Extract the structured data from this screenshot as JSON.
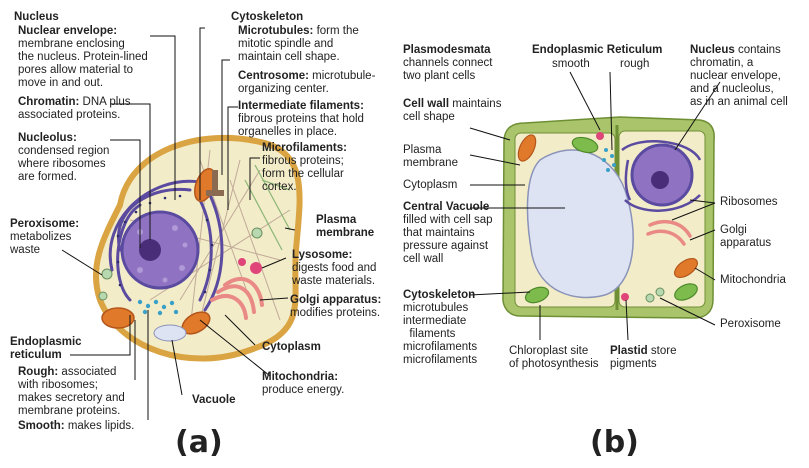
{
  "panel_a": {
    "nucleus_title": "Nucleus",
    "nuclear_envelope": {
      "term": "Nuclear envelope:",
      "lines": [
        "membrane enclosing",
        "the nucleus. Protein-lined",
        "pores allow material to",
        "move in and out."
      ]
    },
    "chromatin": {
      "term": "Chromatin:",
      "rest": " DNA plus",
      "line2": "associated proteins."
    },
    "nucleolus": {
      "term": "Nucleolus:",
      "lines": [
        "condensed region",
        "where ribosomes",
        "are formed."
      ]
    },
    "peroxisome": {
      "term": "Peroxisome:",
      "lines": [
        "metabolizes",
        "waste"
      ]
    },
    "er": {
      "term1": "Endoplasmic",
      "term2": "reticulum"
    },
    "rough": {
      "term": "Rough:",
      "rest": " associated",
      "lines": [
        "with ribosomes;",
        "makes secretory and",
        "membrane proteins."
      ]
    },
    "smooth": {
      "term": "Smooth:",
      "rest": " makes lipids."
    },
    "cytoskeleton_title": "Cytoskeleton",
    "microtubules": {
      "term": "Microtubules:",
      "rest": " form the",
      "lines": [
        "mitotic spindle and",
        "maintain cell shape."
      ]
    },
    "centrosome": {
      "term": "Centrosome:",
      "rest": " microtubule-",
      "line2": "organizing center."
    },
    "intermediate": {
      "term": "Intermediate filaments:",
      "lines": [
        "fibrous proteins that hold",
        "organelles in place."
      ]
    },
    "microfilaments": {
      "term": "Microfilaments:",
      "lines": [
        "fibrous proteins;",
        "form the cellular",
        "cortex."
      ]
    },
    "plasma": {
      "term1": "Plasma",
      "term2": "membrane"
    },
    "lysosome": {
      "term": "Lysosome:",
      "lines": [
        "digests food and",
        "waste materials."
      ]
    },
    "golgi": {
      "term": "Golgi apparatus:",
      "line2": "modifies proteins."
    },
    "cytoplasm": "Cytoplasm",
    "mitochondria": {
      "term": "Mitochondria:",
      "line2": "produce energy."
    },
    "vacuole": "Vacuole",
    "panel_label": "(a)"
  },
  "panel_b": {
    "plasmodesmata": {
      "term": "Plasmodesmata",
      "lines": [
        "channels connect",
        "two plant cells"
      ]
    },
    "er_title": "Endoplasmic Reticulum",
    "er_smooth": "smooth",
    "er_rough": "rough",
    "nucleus": {
      "term": "Nucleus",
      "rest": " contains",
      "lines": [
        "chromatin, a",
        "nuclear envelope,",
        "and a nucleolus,",
        "as in an animal cell"
      ]
    },
    "cell_wall": {
      "term": "Cell wall",
      "rest": " maintains",
      "line2": "cell shape"
    },
    "plasma_membrane": [
      "Plasma",
      "membrane"
    ],
    "cytoplasm": "Cytoplasm",
    "central_vacuole": {
      "term": "Central Vacuole",
      "lines": [
        "filled with cell sap",
        "that maintains",
        "pressure against",
        "cell wall"
      ]
    },
    "ribosomes": "Ribosomes",
    "golgi": [
      "Golgi",
      "apparatus"
    ],
    "mitochondria": "Mitochondria",
    "cytoskeleton": {
      "term": "Cytoskeleton",
      "lines": [
        "microtubules",
        "intermediate",
        "filaments",
        "microfilaments",
        "microfilaments"
      ]
    },
    "chloroplast": [
      "Chloroplast site",
      "of photosynthesis"
    ],
    "plastid": {
      "term": "Plastid",
      "rest": " store",
      "line2": "pigments"
    },
    "peroxisome": "Peroxisome",
    "panel_label": "(b)"
  },
  "colors": {
    "cell_fill": "#f3ecc9",
    "cell_border": "#d9a441",
    "nucleus": "#8f72c2",
    "nucleolus": "#4a2d78",
    "er": "#5a4aa0",
    "mito": "#e07a2a",
    "chloroplast": "#7dbb4d",
    "wall": "#a9c46a",
    "wall_dark": "#6f8f35",
    "vacuole": "#dde3f2",
    "golgi": "#e98a86",
    "lysosome": "#e0457a"
  }
}
